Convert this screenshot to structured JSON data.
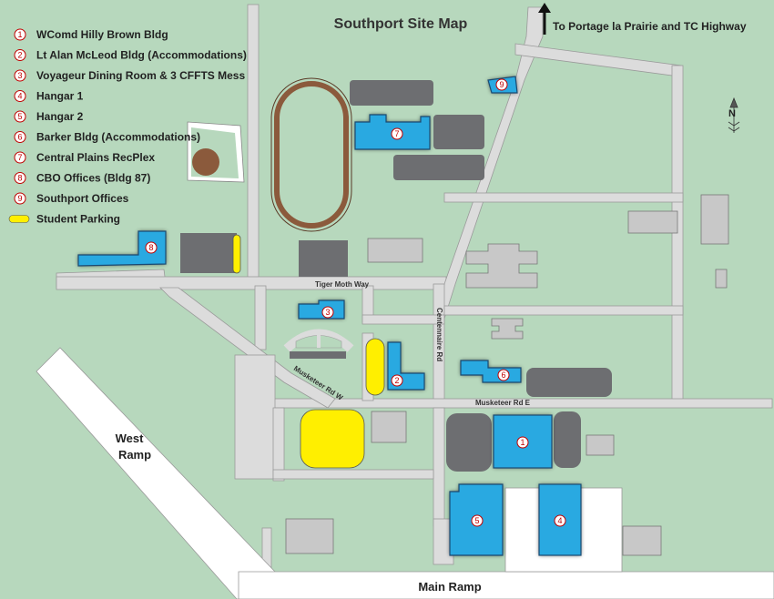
{
  "title": "Southport Site Map",
  "direction_label": "To Portage la Prairie and TC Highway",
  "north_label": "N",
  "legend": [
    {
      "num": "1",
      "label": "WComd Hilly  Brown  Bldg"
    },
    {
      "num": "2",
      "label": "Lt Alan McLeod Bldg (Accommodations)"
    },
    {
      "num": "3",
      "label": "Voyageur Dining Room  & 3 CFFTS Mess"
    },
    {
      "num": "4",
      "label": "Hangar 1"
    },
    {
      "num": "5",
      "label": "Hangar 2"
    },
    {
      "num": "6",
      "label": "Barker Bldg  (Accommodations)"
    },
    {
      "num": "7",
      "label": "Central Plains RecPlex"
    },
    {
      "num": "8",
      "label": "CBO Offices (Bldg  87)"
    },
    {
      "num": "9",
      "label": "Southport Offices"
    }
  ],
  "parking_label": "Student Parking",
  "roads": {
    "tiger_moth": "Tiger Moth Way",
    "centennaire": "Centennaire Rd",
    "musketeer_e": "Musketeer Rd E",
    "musketeer_w": "Musketeer Rd W"
  },
  "ramps": {
    "west": "West Ramp",
    "main": "Main Ramp"
  },
  "building_markers": [
    "1",
    "2",
    "3",
    "4",
    "5",
    "6",
    "7",
    "8",
    "9"
  ],
  "colors": {
    "background": "#b7d8bd",
    "road": "#d9d9d9",
    "building_grey": "#6d6e71",
    "building_light": "#c8c8c8",
    "building_blue": "#29a9e1",
    "parking": "#ffef00",
    "track": "#8b5a3c",
    "marker_text": "#c00000"
  }
}
